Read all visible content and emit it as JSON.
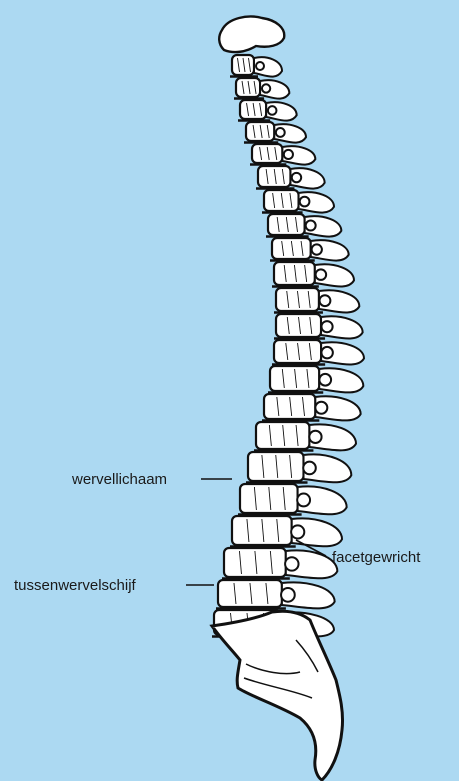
{
  "background_color": "#acd9f2",
  "line_color": "#111111",
  "labels": {
    "vertebral_body": "wervellichaam",
    "intervertebral_disc": "tussenwervelschijf",
    "facet_joint": "facetgewricht"
  }
}
